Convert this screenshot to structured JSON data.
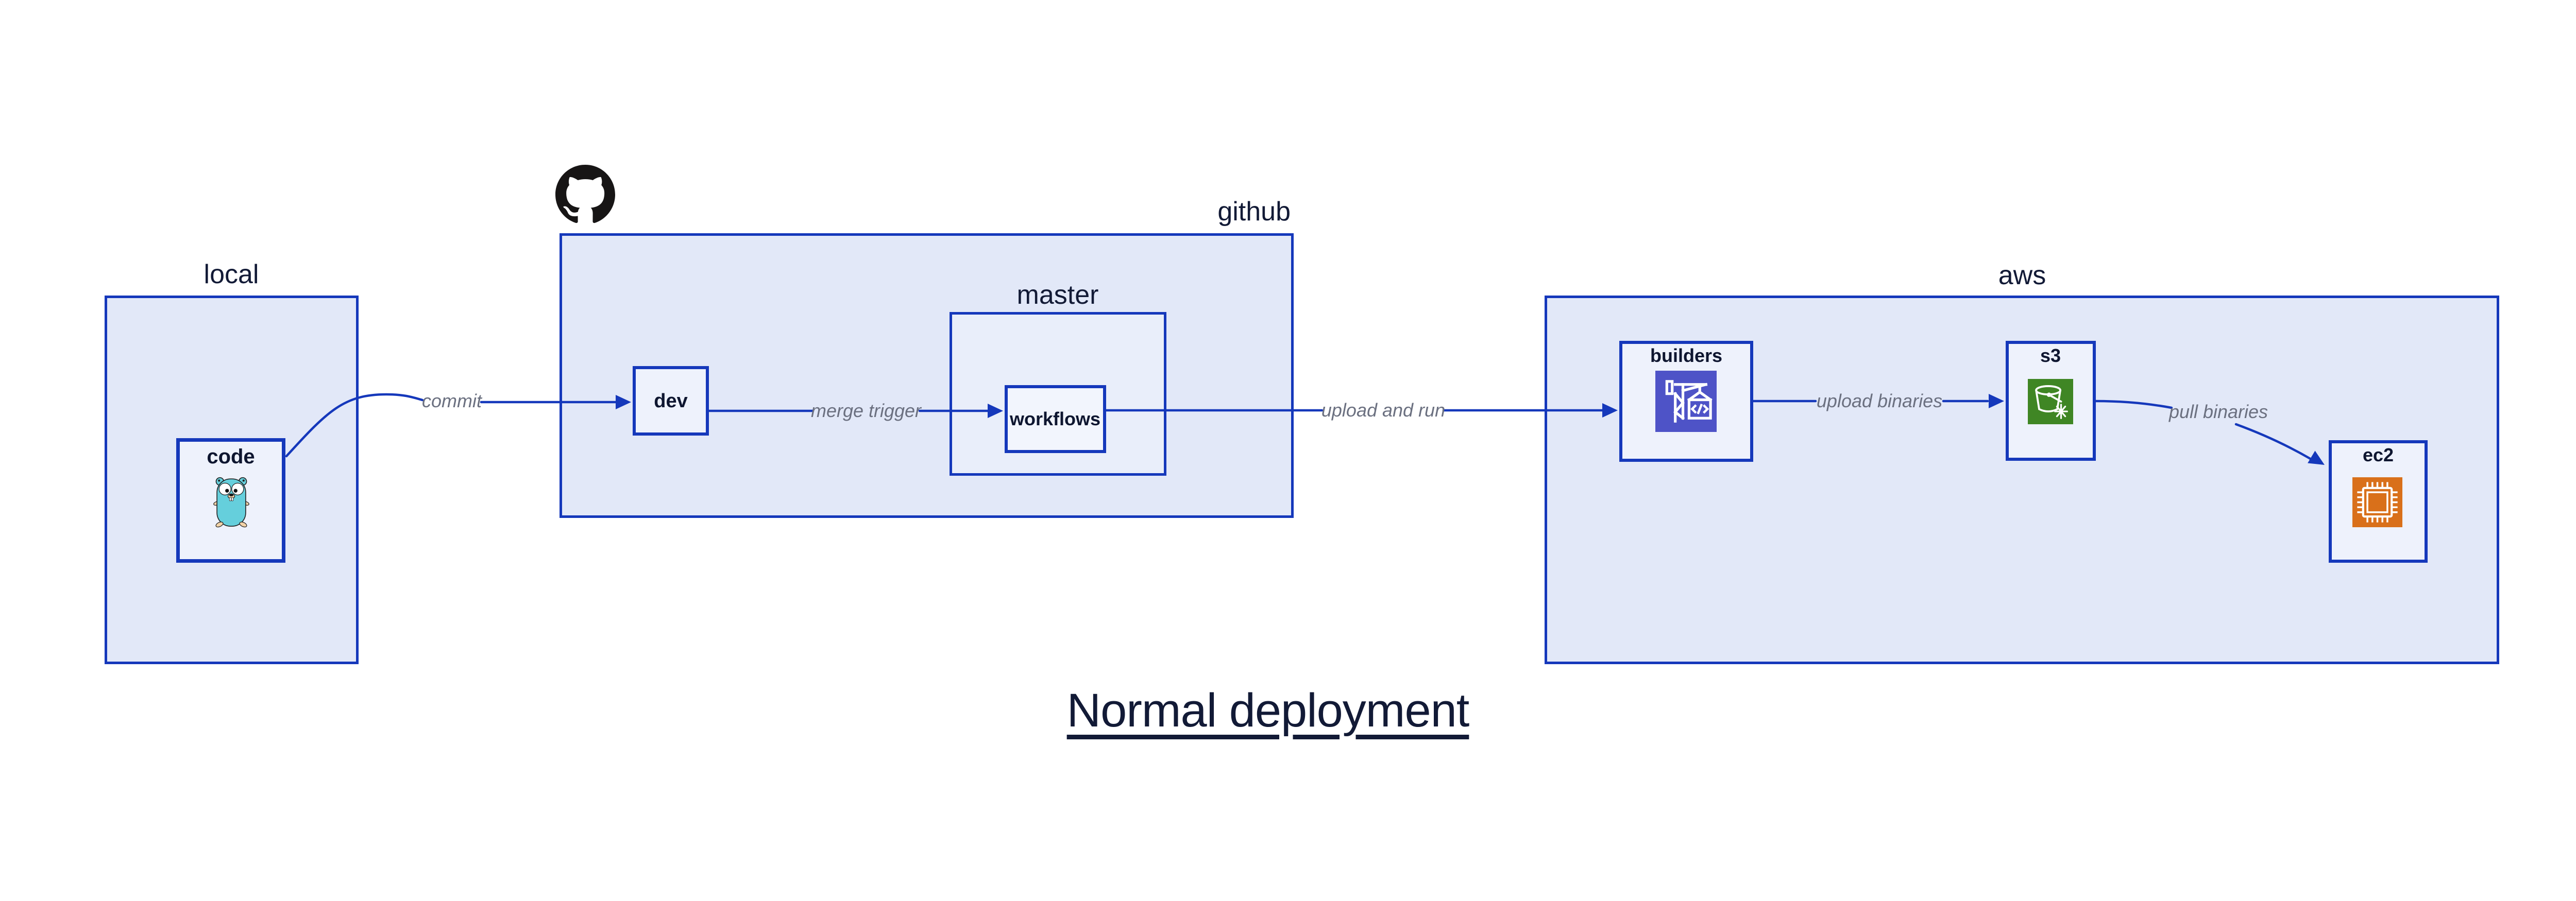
{
  "title": {
    "text": "Normal deployment"
  },
  "groups": {
    "local": {
      "label": "local"
    },
    "github": {
      "label": "github"
    },
    "master": {
      "label": "master"
    },
    "aws": {
      "label": "aws"
    }
  },
  "nodes": {
    "code": {
      "label": "code",
      "icon": "go-gopher-icon"
    },
    "dev": {
      "label": "dev"
    },
    "workflows": {
      "label": "workflows"
    },
    "builders": {
      "label": "builders",
      "icon": "aws-codebuild-icon"
    },
    "s3": {
      "label": "s3",
      "icon": "aws-s3-glacier-icon"
    },
    "ec2": {
      "label": "ec2",
      "icon": "aws-ec2-icon"
    }
  },
  "connectors": [
    {
      "id": "commit",
      "label": "commit",
      "from": "code",
      "to": "dev"
    },
    {
      "id": "merge-trigger",
      "label": "merge trigger",
      "from": "dev",
      "to": "workflows"
    },
    {
      "id": "upload-and-run",
      "label": "upload and run",
      "from": "workflows",
      "to": "builders"
    },
    {
      "id": "upload-binaries",
      "label": "upload binaries",
      "from": "builders",
      "to": "s3"
    },
    {
      "id": "pull-binaries",
      "label": "pull binaries",
      "from": "s3",
      "to": "ec2"
    }
  ],
  "icons": {
    "github_logo": "github-octocat-icon"
  },
  "colors": {
    "accent_blue": "#1538BB",
    "group_fill": "#E2E8F8",
    "node_fill": "#EEF2FC",
    "connector_label_gray": "#6B7080",
    "text_navy": "#121A36",
    "codebuild_indigo": "#4E53C7",
    "s3_glacier_green": "#3F8624",
    "ec2_orange": "#D9701A",
    "gopher_teal": "#65CFDC",
    "github_logo_black": "#171515"
  }
}
